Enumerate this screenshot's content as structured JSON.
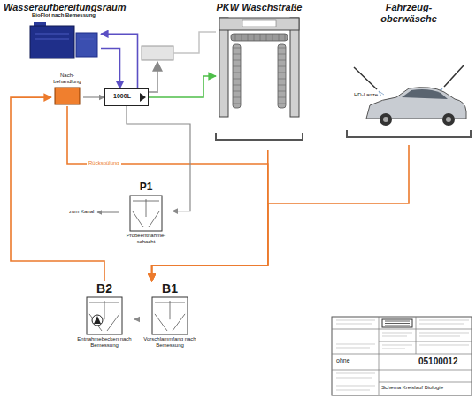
{
  "diagram": {
    "nodes": [
      {
        "text": [
          "BioFlot nach Bemessung"
        ]
      },
      {
        "text": [
          "PKW Waschstraße"
        ]
      },
      {
        "text": [
          "Fahrzeug- oberwäsche"
        ]
      },
      {
        "text": [
          "Nach- behandlung"
        ]
      },
      {
        "text": [
          "1000L"
        ]
      },
      {
        "text": [
          "P1",
          "Probeentnahme- schacht"
        ]
      },
      {
        "text": [
          "B2",
          "Entnahmebecken nach Bemessung"
        ]
      },
      {
        "text": [
          "B1",
          "Vorschlammfang nach Bemessung"
        ]
      }
    ],
    "edges": [
      {
        "from": 0,
        "to": 4,
        "arrow": "to"
      },
      {
        "from": 4,
        "to": 0,
        "arrow": "to"
      },
      {
        "from": 4,
        "to": 1,
        "arrow": "to"
      },
      {
        "from": 1,
        "to": 7,
        "arrow": "to"
      },
      {
        "from": 2,
        "to": 7,
        "arrow": "to"
      },
      {
        "from": 3,
        "to": 7,
        "label": "Rückspülung",
        "arrow": "to"
      },
      {
        "from": 7,
        "to": 6,
        "arrow": "to"
      },
      {
        "from": 6,
        "to": 3,
        "arrow": "to"
      },
      {
        "from": 3,
        "to": 4,
        "arrow": "to"
      },
      {
        "from": 4,
        "to": 5,
        "arrow": "to"
      }
    ],
    "labels": [
      "Wasseraufbereitungsraum",
      "zum Kanal",
      "HD-Lanze",
      "ohne",
      "05100012",
      "Schema Kreislauf Biologie"
    ]
  }
}
